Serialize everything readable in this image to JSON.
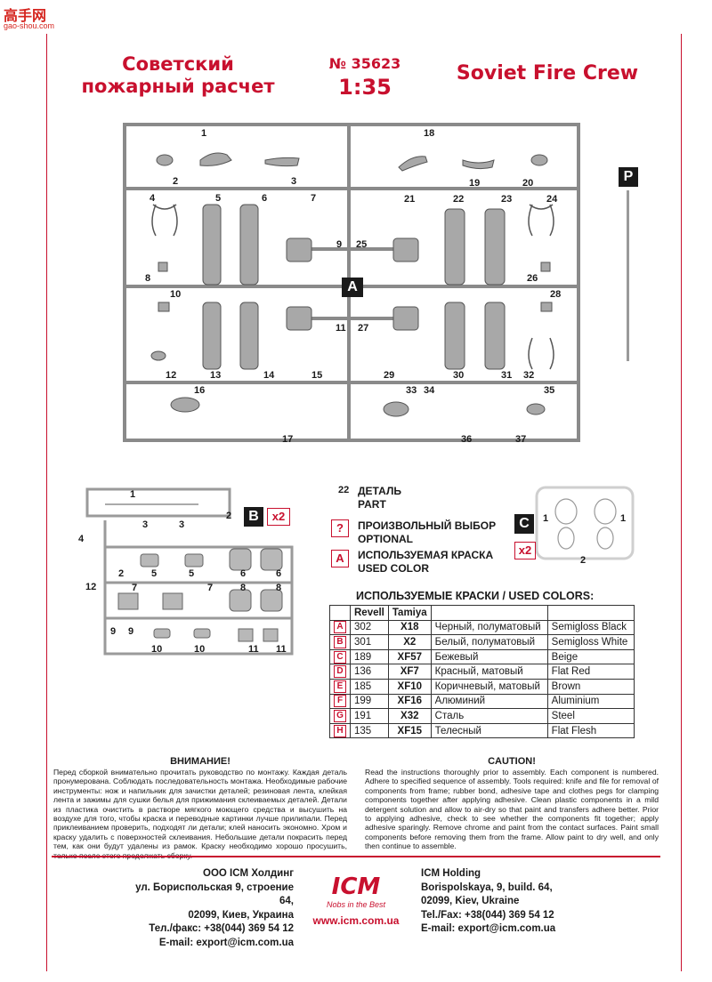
{
  "watermark": {
    "text": "高手网",
    "sub": "gao-shou.com"
  },
  "header": {
    "title_ru_line1": "Советский",
    "title_ru_line2": "пожарный расчет",
    "kit_number": "№ 35623",
    "scale": "1:35",
    "title_en": "Soviet Fire Crew"
  },
  "sprue_a": {
    "label": "A",
    "part_numbers": [
      "1",
      "2",
      "3",
      "4",
      "5",
      "6",
      "7",
      "8",
      "9",
      "10",
      "11",
      "12",
      "13",
      "14",
      "15",
      "16",
      "17",
      "18",
      "19",
      "20",
      "21",
      "22",
      "23",
      "24",
      "25",
      "26",
      "27",
      "28",
      "29",
      "30",
      "31",
      "32",
      "33",
      "34",
      "35",
      "36",
      "37"
    ]
  },
  "sprue_p": {
    "label": "P"
  },
  "sprue_b": {
    "label": "B",
    "multiplier": "x2",
    "part_numbers": [
      "1",
      "2",
      "3",
      "3",
      "4",
      "2",
      "5",
      "5",
      "6",
      "6",
      "12",
      "7",
      "7",
      "8",
      "8",
      "9",
      "9",
      "10",
      "10",
      "11",
      "11"
    ]
  },
  "sprue_c": {
    "label": "C",
    "multiplier": "x2",
    "part_numbers": [
      "1",
      "1",
      "2"
    ]
  },
  "legend": {
    "part_example_num": "22",
    "part_ru": "ДЕТАЛЬ",
    "part_en": "PART",
    "optional_symbol": "?",
    "optional_ru": "ПРОИЗВОЛЬНЫЙ ВЫБОР",
    "optional_en": "OPTIONAL",
    "color_symbol": "A",
    "color_ru": "ИСПОЛЬЗУЕМАЯ КРАСКА",
    "color_en": "USED COLOR"
  },
  "colors": {
    "title": "ИСПОЛЬЗУЕМЫЕ КРАСКИ / USED COLORS:",
    "headers": [
      "",
      "Revell",
      "Tamiya",
      "",
      ""
    ],
    "rows": [
      {
        "code": "A",
        "revell": "302",
        "tamiya": "X18",
        "ru": "Черный, полуматовый",
        "en": "Semigloss Black"
      },
      {
        "code": "B",
        "revell": "301",
        "tamiya": "X2",
        "ru": "Белый, полуматовый",
        "en": "Semigloss White"
      },
      {
        "code": "C",
        "revell": "189",
        "tamiya": "XF57",
        "ru": "Бежевый",
        "en": "Beige"
      },
      {
        "code": "D",
        "revell": "136",
        "tamiya": "XF7",
        "ru": "Красный, матовый",
        "en": "Flat Red"
      },
      {
        "code": "E",
        "revell": "185",
        "tamiya": "XF10",
        "ru": "Коричневый, матовый",
        "en": "Brown"
      },
      {
        "code": "F",
        "revell": "199",
        "tamiya": "XF16",
        "ru": "Алюминий",
        "en": "Aluminium"
      },
      {
        "code": "G",
        "revell": "191",
        "tamiya": "X32",
        "ru": "Сталь",
        "en": "Steel"
      },
      {
        "code": "H",
        "revell": "135",
        "tamiya": "XF15",
        "ru": "Телесный",
        "en": "Flat Flesh"
      }
    ]
  },
  "warning_ru": {
    "title": "ВНИМАНИЕ!",
    "text": "Перед сборкой внимательно прочитать руководство по монтажу. Каждая деталь пронумерована. Соблюдать последовательность монтажа. Необходимые рабочие инструменты: нож и напильник для зачистки деталей; резиновая лента, клейкая лента и зажимы для сушки белья для прижимания склеиваемых деталей. Детали из пластика очистить в растворе мягкого моющего средства и высушить на воздухе для того, чтобы краска и переводные картинки лучше прилипали. Перед приклеиванием проверить, подходят ли детали; клей наносить экономно. Хром и краску удалить с поверхностей склеивания. Небольшие детали покрасить перед тем, как они будут удалены из рамок. Краску необходимо хорошо просушить, только после этого продолжать сборку."
  },
  "warning_en": {
    "title": "CAUTION!",
    "text": "Read the instructions thoroughly prior to assembly. Each component is numbered. Adhere to specified sequence of assembly. Tools required: knife and file for removal of components from frame; rubber bond, adhesive tape and clothes pegs for clamping components together after applying adhesive. Clean plastic components in a mild detergent solution and allow to air-dry so that paint and transfers adhere better. Prior to applying adhesive, check to see whether the components fit together; apply adhesive sparingly. Remove chrome and paint from the contact surfaces. Paint small components before removing them from the frame. Allow paint to dry well, and only then continue to assemble."
  },
  "footer": {
    "ru": [
      "ООО ICM Холдинг",
      "ул. Бориспольская 9, строение 64,",
      "02099, Киев, Украина",
      "Тел./факс: +38(044) 369 54 12",
      "E-mail: export@icm.com.ua"
    ],
    "en": [
      "ICM Holding",
      "Borispolskaya, 9, build. 64,",
      "02099, Kiev, Ukraine",
      "Tel./Fax: +38(044) 369 54 12",
      "E-mail: export@icm.com.ua"
    ],
    "logo": "ICM",
    "slogan": "Nobs in the Best",
    "website": "www.icm.com.ua"
  },
  "accent_color": "#c8102e"
}
